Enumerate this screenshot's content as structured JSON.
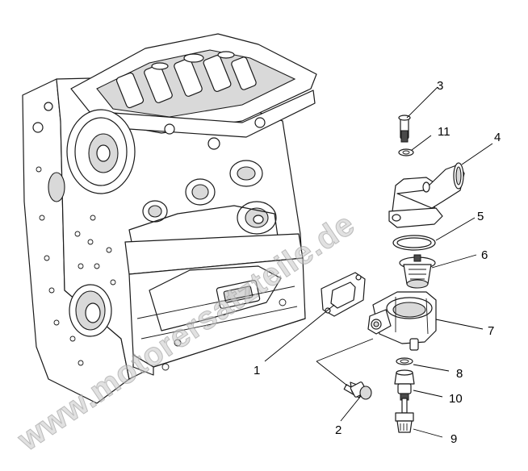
{
  "diagram": {
    "watermark": "www.motorersatzteile.de",
    "callouts": [
      {
        "id": "c1",
        "label": "1"
      },
      {
        "id": "c2",
        "label": "2"
      },
      {
        "id": "c3",
        "label": "3"
      },
      {
        "id": "c4",
        "label": "4"
      },
      {
        "id": "c5",
        "label": "5"
      },
      {
        "id": "c6",
        "label": "6"
      },
      {
        "id": "c7",
        "label": "7"
      },
      {
        "id": "c8",
        "label": "8"
      },
      {
        "id": "c9",
        "label": "9"
      },
      {
        "id": "c10",
        "label": "10"
      },
      {
        "id": "c11",
        "label": "11"
      }
    ]
  }
}
